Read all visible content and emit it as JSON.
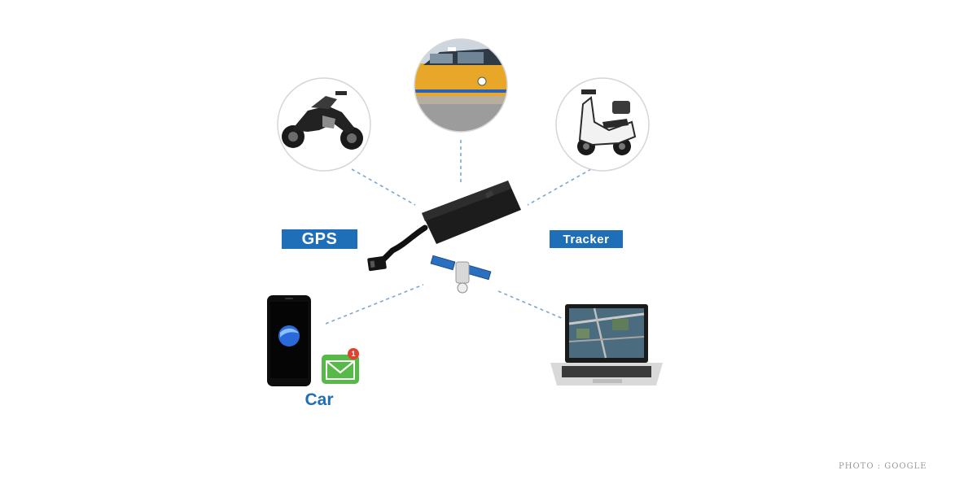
{
  "labels": {
    "gps": "GPS",
    "tracker": "Tracker",
    "car": "Car"
  },
  "credit": "PHOTO : GOOGLE",
  "notification_count": "1",
  "colors": {
    "label_bg": "#1f6fb8",
    "label_text": "#ffffff",
    "car_text": "#1f6fb8",
    "connector": "#7aa6d6",
    "device": "#1c1c1c",
    "taxi": "#e9a72a",
    "envelope": "#57b947",
    "badge": "#e0422f"
  },
  "icons": [
    "motorcycle-icon",
    "taxi-icon",
    "scooter-icon",
    "gps-tracker-device-icon",
    "satellite-icon",
    "smartphone-icon",
    "mail-notification-icon",
    "laptop-map-icon"
  ]
}
